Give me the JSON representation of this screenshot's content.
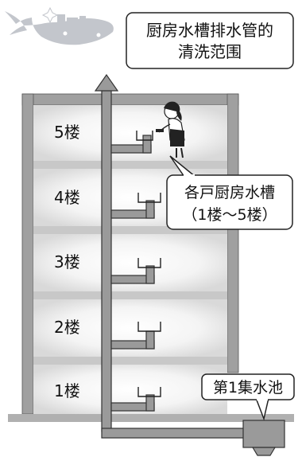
{
  "title": {
    "line1": "厨房水槽排水管的",
    "line2": "清洗范围"
  },
  "floors": [
    {
      "label": "5楼"
    },
    {
      "label": "4楼"
    },
    {
      "label": "3楼"
    },
    {
      "label": "2楼"
    },
    {
      "label": "1楼"
    }
  ],
  "callouts": {
    "sink": {
      "line1": "各戸厨房水槽",
      "line2": "（1楼〜5楼）"
    },
    "tank": {
      "label": "第1集水池"
    }
  },
  "icons": {
    "logo": "whale-logo-icon",
    "person": "person-cleaning-icon",
    "arrow": "up-arrow-icon"
  },
  "colors": {
    "building_gray": "#a0a0a0",
    "pipe_gray": "#9a9a9a",
    "outline": "#222222",
    "whale": "#c3c6cc"
  }
}
